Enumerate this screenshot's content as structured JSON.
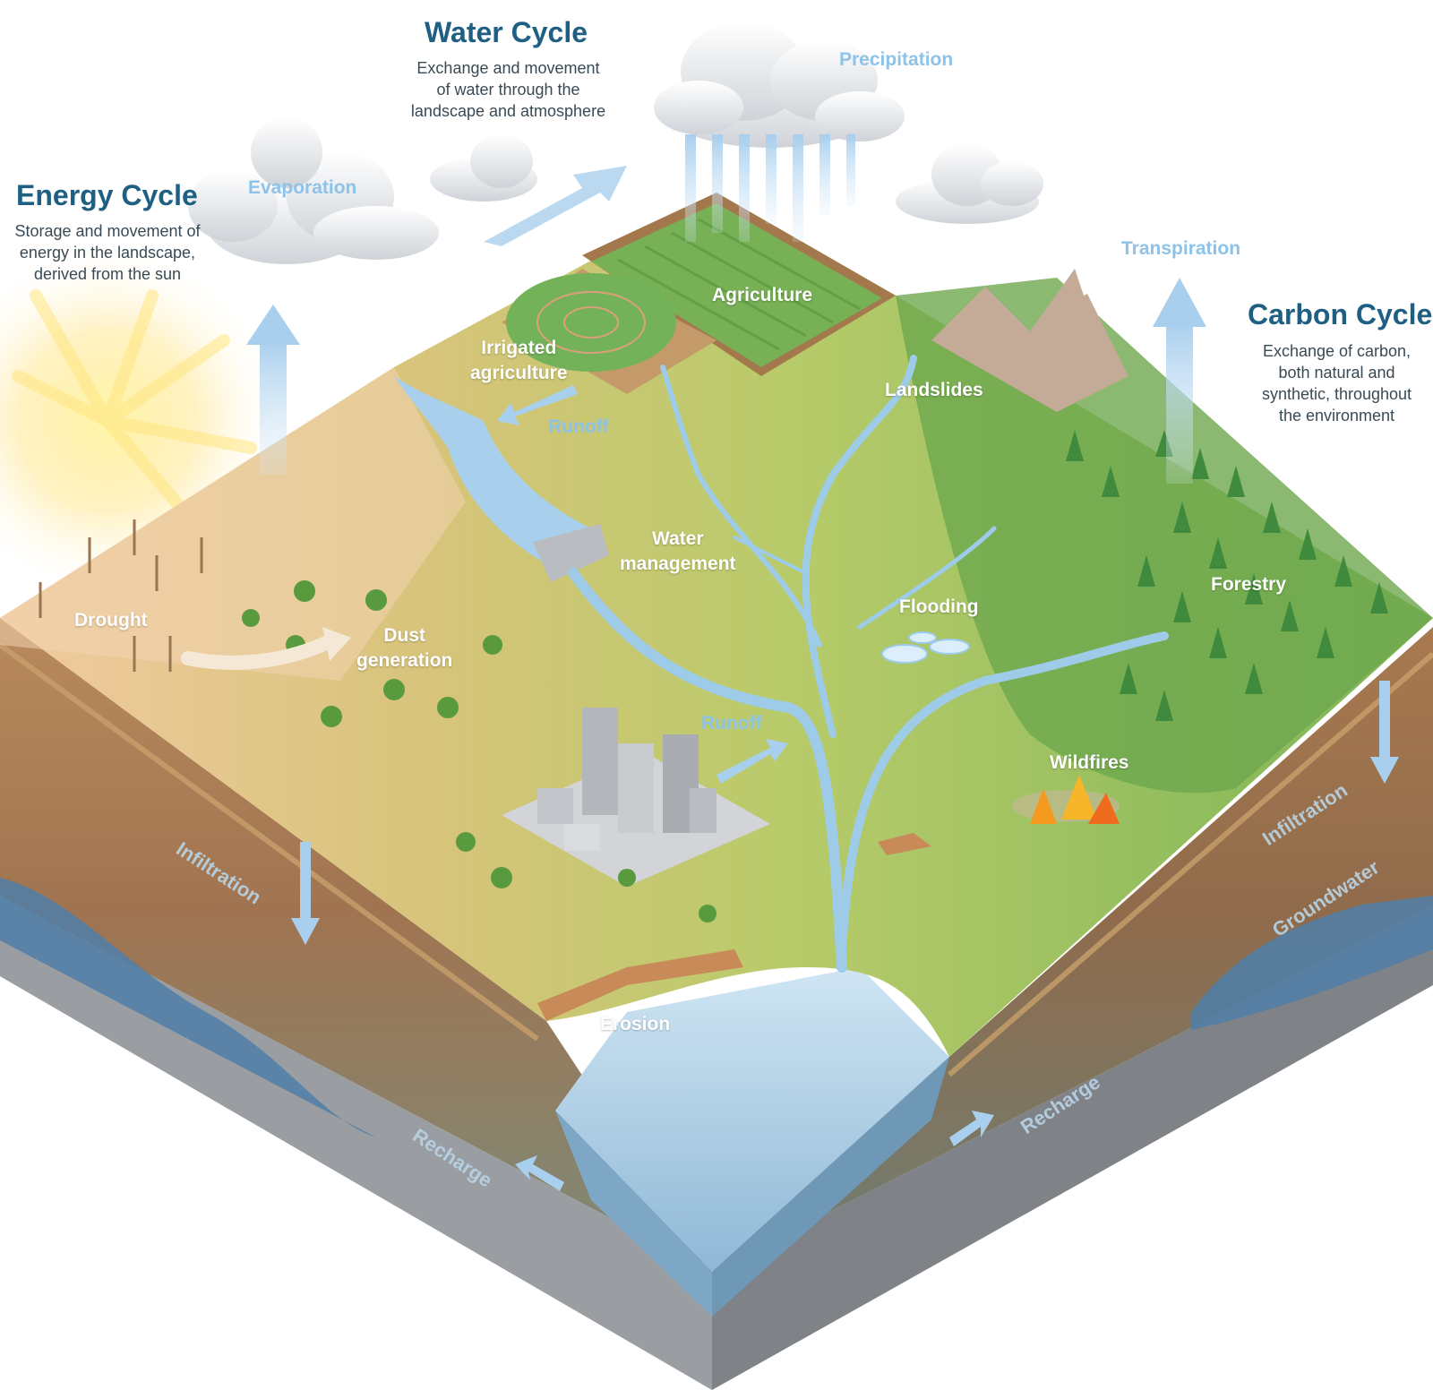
{
  "cycles": {
    "energy": {
      "title": "Energy Cycle",
      "desc": [
        "Storage and movement of",
        "energy in the landscape,",
        "derived from the sun"
      ]
    },
    "water": {
      "title": "Water Cycle",
      "desc": [
        "Exchange and movement",
        "of water through the",
        "landscape and atmosphere"
      ]
    },
    "carbon": {
      "title": "Carbon Cycle",
      "desc": [
        "Exchange of carbon,",
        "both natural and",
        "synthetic, throughout",
        "the environment"
      ]
    }
  },
  "processes": {
    "evaporation": "Evaporation",
    "precipitation": "Precipitation",
    "transpiration": "Transpiration",
    "runoff_top": "Runoff",
    "runoff_city": "Runoff"
  },
  "landscape": {
    "agriculture": "Agriculture",
    "irrigated": [
      "Irrigated",
      "agriculture"
    ],
    "landslides": "Landslides",
    "water_management": [
      "Water",
      "management"
    ],
    "flooding": "Flooding",
    "forestry": "Forestry",
    "drought": "Drought",
    "dust": [
      "Dust",
      "generation"
    ],
    "wildfires": "Wildfires",
    "erosion": "Erosion"
  },
  "subsurface": {
    "infiltration_left": "Infiltration",
    "infiltration_right": "Infiltration",
    "groundwater": "Groundwater",
    "recharge_left": "Recharge",
    "recharge_right": "Recharge"
  },
  "colors": {
    "heading": "#1f5f83",
    "process": "#8dc3e8",
    "water": "#9ecbe8",
    "land_green": "#8fbf5a",
    "soil": "#a97a4f",
    "bedrock": "#8f9296"
  }
}
